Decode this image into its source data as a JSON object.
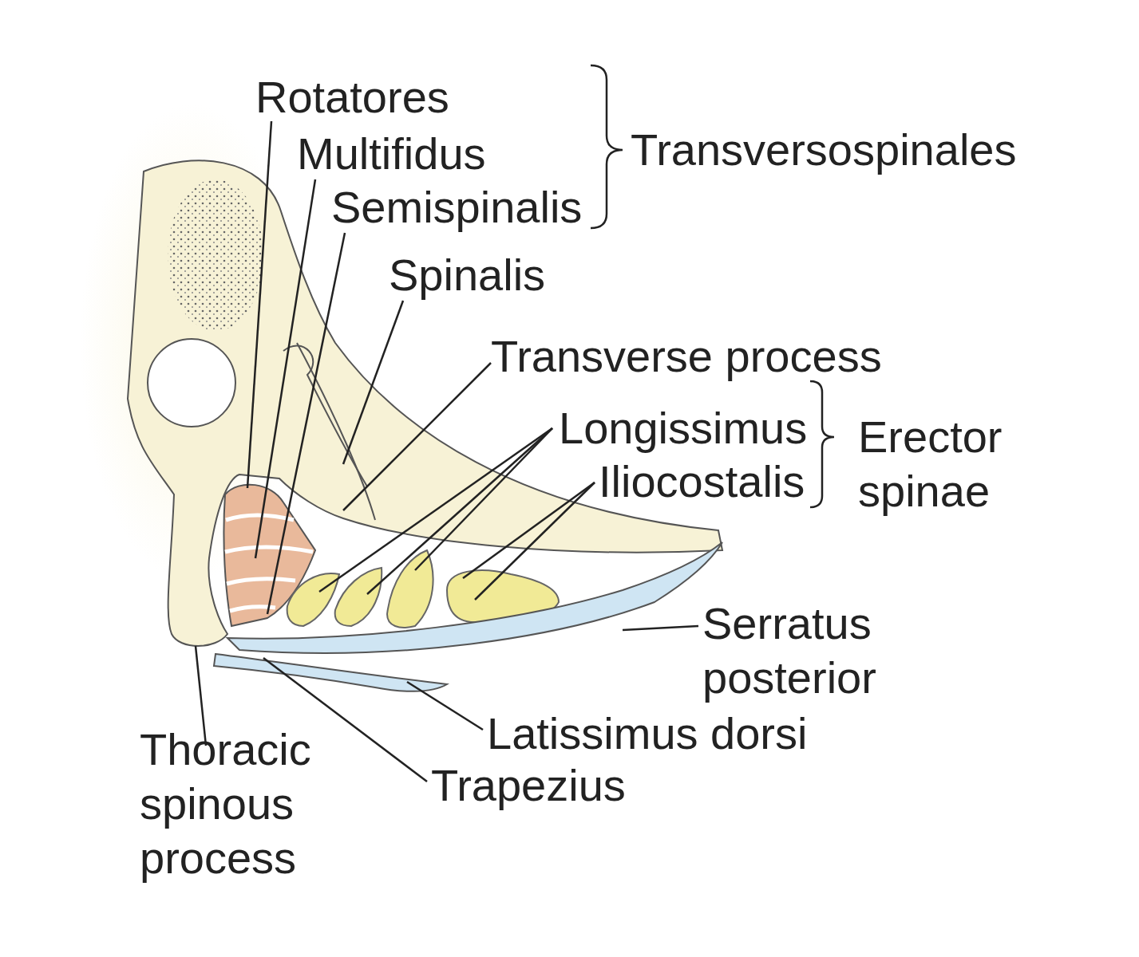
{
  "diagram": {
    "labels": [
      "Rotatores",
      "Multifidus",
      "Semispinalis",
      "Transversospinales",
      "Spinalis",
      "Transverse process",
      "Longissimus",
      "Iliocostalis",
      "Erector spinae",
      "Serratus posterior",
      "Latissimus dorsi",
      "Trapezius",
      "Thoracic spinous process"
    ]
  }
}
